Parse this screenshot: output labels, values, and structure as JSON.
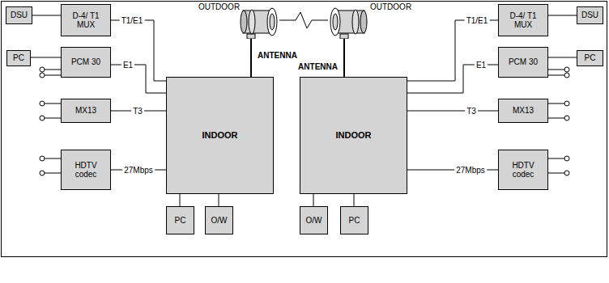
{
  "diagram": {
    "nodes": [
      {
        "text": [
          "DSU"
        ]
      },
      {
        "text": [
          "D-4/ T1 MUX"
        ]
      },
      {
        "text": [
          "OUTDOOR"
        ]
      },
      {
        "text": [
          "OUTDOOR"
        ]
      },
      {
        "text": [
          "D-4/ T1 MUX"
        ]
      },
      {
        "text": [
          "DSU"
        ]
      },
      {
        "text": [
          "PC"
        ]
      },
      {
        "text": [
          "PCM 30"
        ]
      },
      {
        "text": [
          "INDOOR"
        ]
      },
      {
        "text": [
          "INDOOR"
        ]
      },
      {
        "text": [
          "PCM 30"
        ]
      },
      {
        "text": [
          "PC"
        ]
      },
      {
        "text": [
          "MX13"
        ]
      },
      {
        "text": [
          "MX13"
        ]
      },
      {
        "text": [
          "HDTV codec"
        ]
      },
      {
        "text": [
          "HDTV codec"
        ]
      },
      {
        "text": [
          "PC"
        ]
      },
      {
        "text": [
          "O/W"
        ]
      },
      {
        "text": [
          "O/W"
        ]
      },
      {
        "text": [
          "PC"
        ]
      }
    ],
    "edges": [
      {
        "from": 0,
        "to": 1,
        "arrow": "none"
      },
      {
        "from": 1,
        "to": 8,
        "label": "T1/E1",
        "arrow": "none"
      },
      {
        "from": 6,
        "to": 7,
        "arrow": "none"
      },
      {
        "from": 7,
        "to": 8,
        "label": "E1",
        "arrow": "none"
      },
      {
        "from": 12,
        "to": 8,
        "label": "T3",
        "arrow": "none"
      },
      {
        "from": 14,
        "to": 8,
        "label": "27Mbps",
        "arrow": "none"
      },
      {
        "from": 8,
        "to": 16,
        "arrow": "none"
      },
      {
        "from": 8,
        "to": 17,
        "arrow": "none"
      },
      {
        "from": 2,
        "to": 8,
        "label": "ANTENNA",
        "arrow": "none"
      },
      {
        "from": 2,
        "to": 3,
        "arrow": "none"
      },
      {
        "from": 3,
        "to": 9,
        "label": "ANTENNA",
        "arrow": "none"
      },
      {
        "from": 4,
        "to": 9,
        "label": "T1/E1",
        "arrow": "none"
      },
      {
        "from": 4,
        "to": 5,
        "arrow": "none"
      },
      {
        "from": 10,
        "to": 9,
        "label": "E1",
        "arrow": "none"
      },
      {
        "from": 11,
        "to": 10,
        "arrow": "none"
      },
      {
        "from": 13,
        "to": 9,
        "label": "T3",
        "arrow": "none"
      },
      {
        "from": 15,
        "to": 9,
        "label": "27Mbps",
        "arrow": "none"
      },
      {
        "from": 9,
        "to": 18,
        "arrow": "none"
      },
      {
        "from": 9,
        "to": 19,
        "arrow": "none"
      }
    ]
  }
}
